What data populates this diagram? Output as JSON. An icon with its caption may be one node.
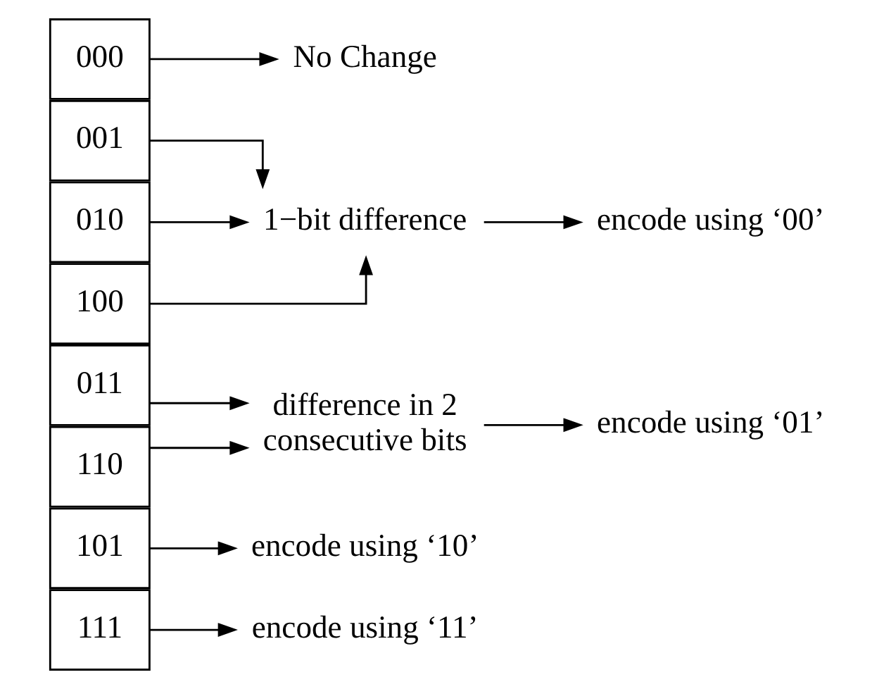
{
  "diagram": {
    "nodes": [
      {
        "text": [
          "000"
        ]
      },
      {
        "text": [
          "001"
        ]
      },
      {
        "text": [
          "010"
        ]
      },
      {
        "text": [
          "100"
        ]
      },
      {
        "text": [
          "011"
        ]
      },
      {
        "text": [
          "110"
        ]
      },
      {
        "text": [
          "101"
        ]
      },
      {
        "text": [
          "111"
        ]
      },
      {
        "text": [
          "No Change"
        ]
      },
      {
        "text": [
          "1−bit difference"
        ]
      },
      {
        "text": [
          "encode using ‘00’"
        ]
      },
      {
        "text": [
          "difference in 2 consecutive bits"
        ]
      },
      {
        "text": [
          "encode using ‘01’"
        ]
      },
      {
        "text": [
          "encode using ‘10’"
        ]
      },
      {
        "text": [
          "encode using ‘11’"
        ]
      }
    ],
    "edges": [
      {
        "from": 0,
        "to": 8,
        "arrow": "to"
      },
      {
        "from": 1,
        "to": 9,
        "arrow": "to"
      },
      {
        "from": 2,
        "to": 9,
        "arrow": "to"
      },
      {
        "from": 3,
        "to": 9,
        "arrow": "to"
      },
      {
        "from": 9,
        "to": 10,
        "arrow": "to"
      },
      {
        "from": 4,
        "to": 11,
        "arrow": "to"
      },
      {
        "from": 5,
        "to": 11,
        "arrow": "to"
      },
      {
        "from": 11,
        "to": 12,
        "arrow": "to"
      },
      {
        "from": 6,
        "to": 13,
        "arrow": "to"
      },
      {
        "from": 7,
        "to": 14,
        "arrow": "to"
      }
    ]
  }
}
